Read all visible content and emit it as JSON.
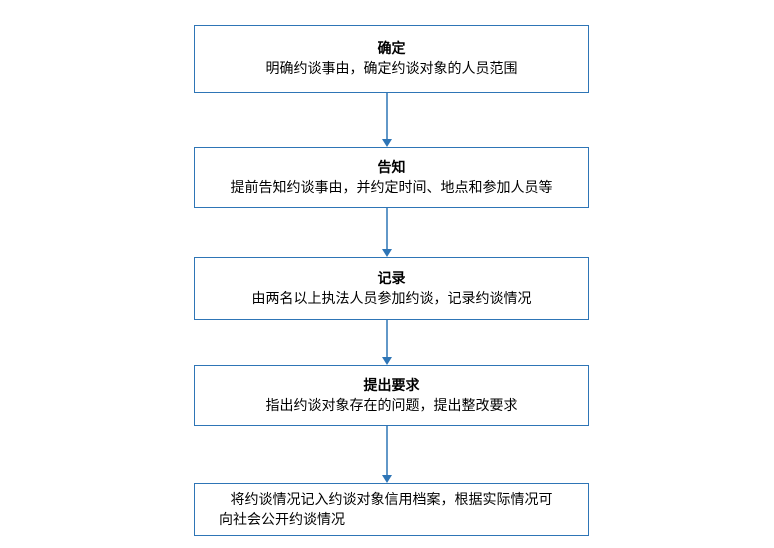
{
  "flowchart": {
    "steps": [
      {
        "title": "确定",
        "description": "明确约谈事由，确定约谈对象的人员范围"
      },
      {
        "title": "告知",
        "description": "提前告知约谈事由，并约定时间、地点和参加人员等"
      },
      {
        "title": "记录",
        "description": "由两名以上执法人员参加约谈，记录约谈情况"
      },
      {
        "title": "提出要求",
        "description": "指出约谈对象存在的问题，提出整改要求"
      },
      {
        "title": "",
        "description_lines": [
          "将约谈情况记入约谈对象信用档案，根据实际情况可",
          "向社会公开约谈情况"
        ]
      }
    ]
  },
  "colors": {
    "box_border": "#2e75b6",
    "arrow": "#2e75b6",
    "text": "#000000",
    "background": "#ffffff"
  }
}
